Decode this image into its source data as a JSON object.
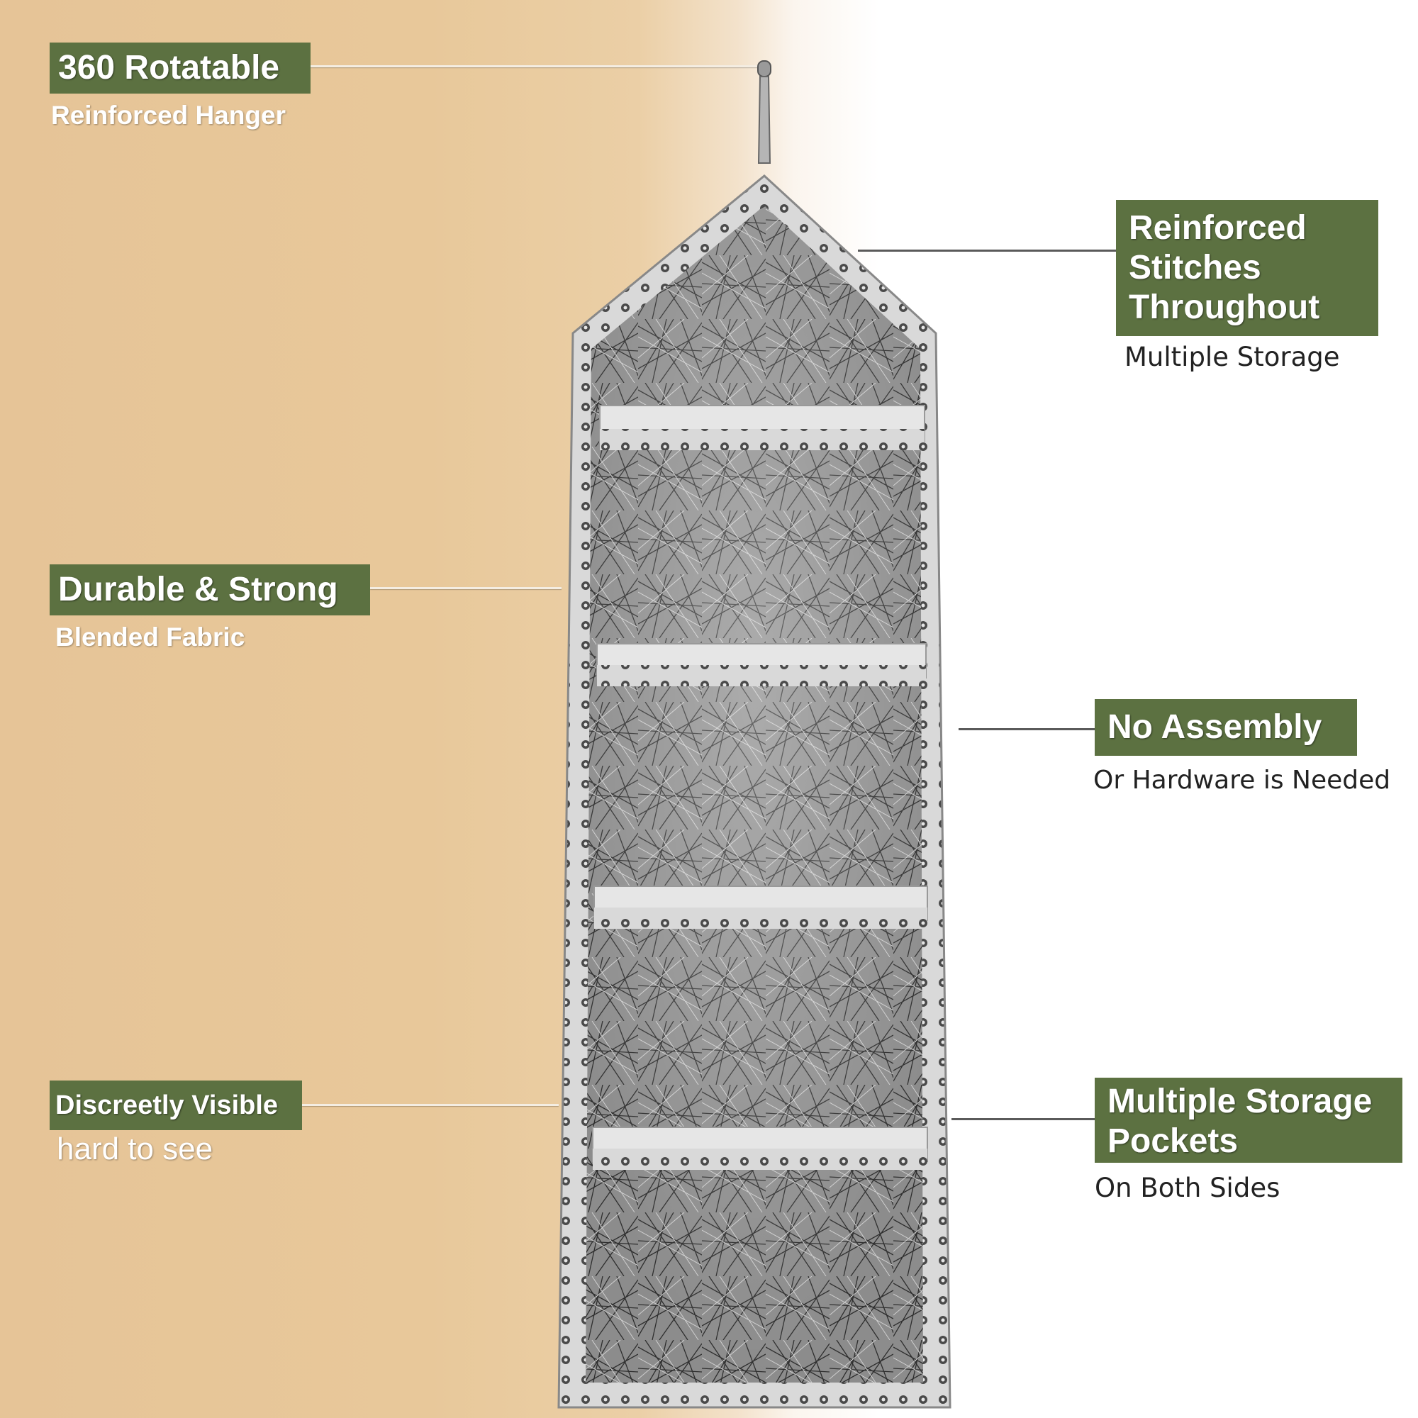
{
  "callouts_left": [
    {
      "title": "360 Rotatable",
      "subtitle": "Reinforced Hanger"
    },
    {
      "title": "Durable & Strong",
      "subtitle": "Blended Fabric"
    },
    {
      "title": "Discreetly Visible",
      "subtitle": "hard to see"
    }
  ],
  "callouts_right": [
    {
      "title_lines": [
        "Reinforced",
        "Stitches",
        "Throughout"
      ],
      "subtitle": "Multiple Storage"
    },
    {
      "title": "No Assembly",
      "subtitle": "Or Hardware is Needed"
    },
    {
      "title_lines": [
        "Multiple Storage",
        "Pockets"
      ],
      "subtitle": "On Both Sides"
    }
  ],
  "colors": {
    "label_bg": "#5c7141",
    "background_left": "#e6c497",
    "background_right": "#ffffff",
    "fabric": "#8a8a8a",
    "lace": "#d8d8d8"
  },
  "product": {
    "pocket_count": 4,
    "icon": "hanging-organizer-image"
  }
}
